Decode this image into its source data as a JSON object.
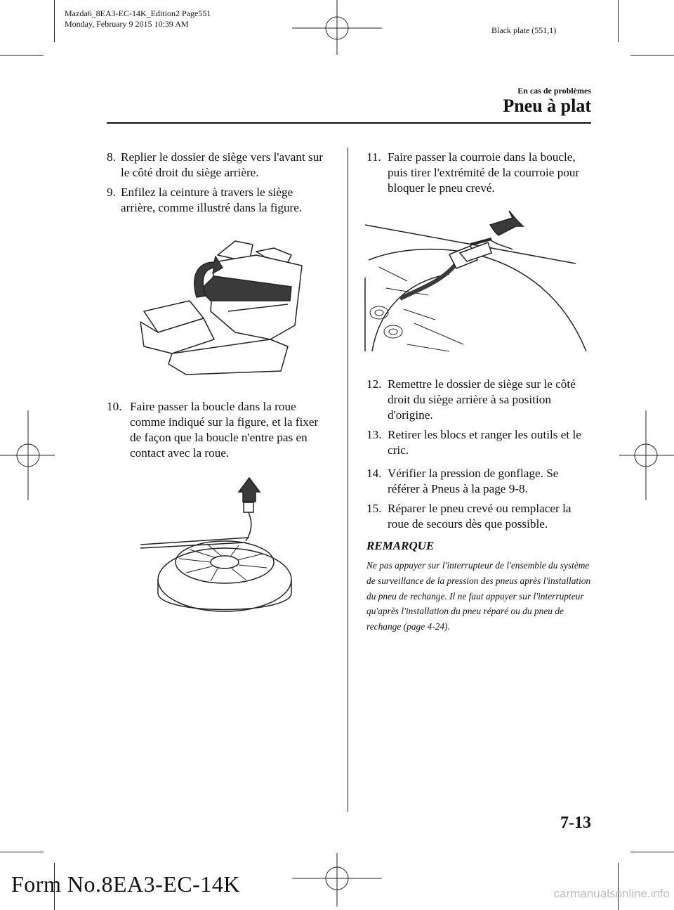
{
  "header": {
    "slug_line1": "Mazda6_8EA3-EC-14K_Edition2 Page551",
    "slug_line2": "Monday, February 9 2015 10:39 AM",
    "plate": "Black plate (551,1)",
    "section_label": "En cas de problèmes",
    "chapter_title": "Pneu à plat"
  },
  "steps": [
    {
      "num": "8.",
      "text": "Replier le dossier de siège vers l'avant sur le côté droit du siège arrière."
    },
    {
      "num": "9.",
      "text": "Enfilez la ceinture à travers le siège arrière, comme illustré dans la figure."
    },
    {
      "num": "10.",
      "text": "Faire passer la boucle dans la roue comme indiqué sur la figure, et la fixer de façon que la boucle n'entre pas en contact avec la roue."
    },
    {
      "num": "11.",
      "text": "Faire passer la courroie dans la boucle, puis tirer l'extrémité de la courroie pour bloquer le pneu crevé."
    },
    {
      "num": "12.",
      "text": "Remettre le dossier de siège sur le côté droit du siège arrière à sa position d'origine."
    },
    {
      "num": "13.",
      "text": "Retirer les blocs et ranger les outils et le cric."
    },
    {
      "num": "14.",
      "text": "Vérifier la pression de gonflage. Se référer à Pneus à la page 9-8."
    },
    {
      "num": "15.",
      "text": "Réparer le pneu crevé ou remplacer la roue de secours dès que possible."
    }
  ],
  "remark": {
    "heading": "REMARQUE",
    "body": "Ne pas appuyer sur l'interrupteur de l'ensemble du système de surveillance de la pression des pneus après l'installation du pneu de rechange. Il ne faut appuyer sur l'interrupteur qu'après l'installation du pneu réparé ou du pneu de rechange (page 4-24)."
  },
  "footer": {
    "page_number": "7-13",
    "form_number": "Form No.8EA3-EC-14K",
    "watermark": "carmanualsonline.info"
  },
  "figures": {
    "seat": "rear-seat-belt-illustration",
    "wheel_buckle": "wheel-buckle-illustration",
    "wheel_strap": "wheel-strap-illustration"
  }
}
